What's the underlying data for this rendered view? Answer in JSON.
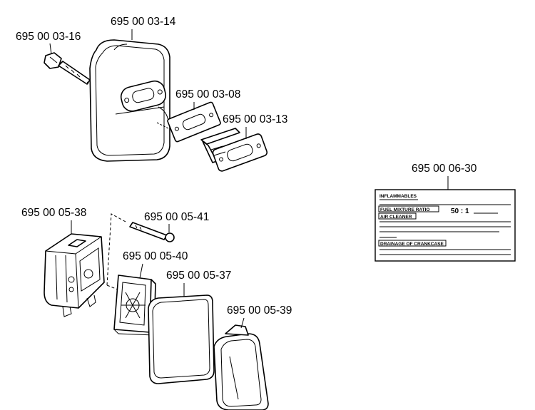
{
  "parts": {
    "muffler": "695 00 03-14",
    "muffler_bolt": "695 00 03-16",
    "muffler_gasket": "695 00 03-08",
    "cooling_plate": "695 00 03-13",
    "air_filter_holder": "695 00 05-38",
    "filter_screw": "695 00 05-41",
    "filter_support": "695 00 05-40",
    "air_filter": "695 00 05-37",
    "filter_cover": "695 00 05-39",
    "decal": "695 00 06-30"
  },
  "decal": {
    "line1": "INFLAMMABLES",
    "line2": "FUEL MIXTURE RATIO",
    "ratio": "50 : 1",
    "line3": "AIR CLEANER",
    "line4": "DRAINAGE OF CRANKCASE"
  }
}
